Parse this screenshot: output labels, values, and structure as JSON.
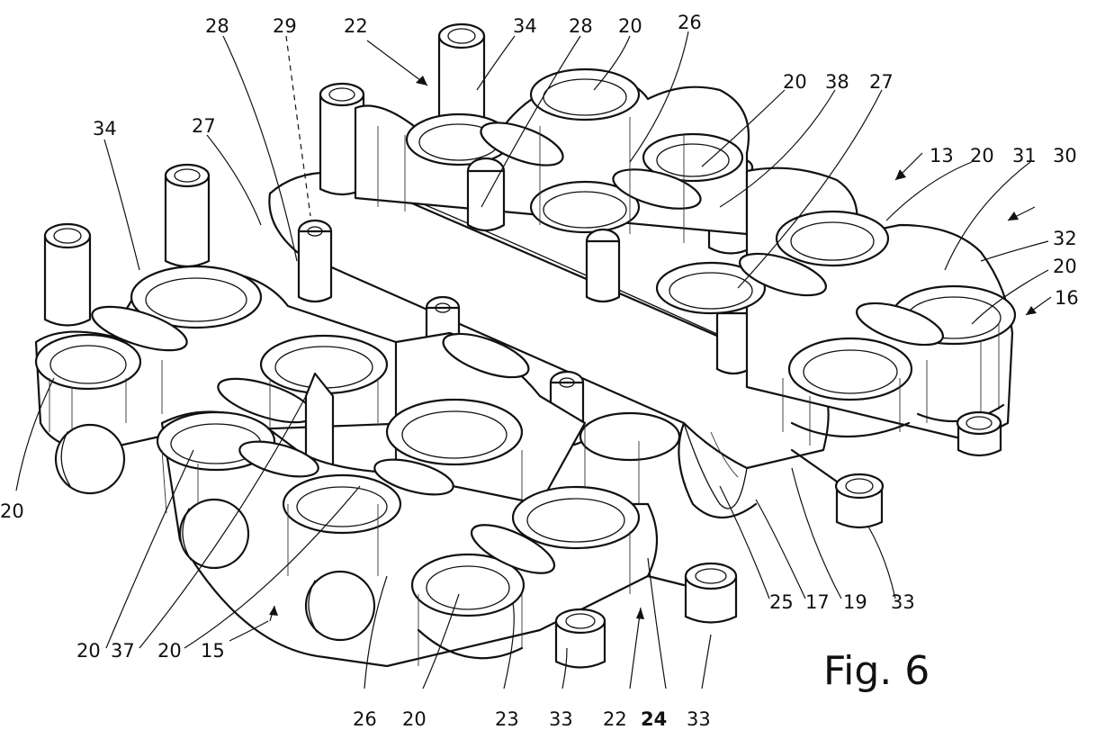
{
  "figure": {
    "caption": "Fig. 6",
    "reference_numerals": [
      {
        "id": "n28a",
        "text": "28"
      },
      {
        "id": "n29",
        "text": "29"
      },
      {
        "id": "n22a",
        "text": "22"
      },
      {
        "id": "n34a",
        "text": "34"
      },
      {
        "id": "n28b",
        "text": "28"
      },
      {
        "id": "n20a",
        "text": "20"
      },
      {
        "id": "n26a",
        "text": "26"
      },
      {
        "id": "n20b",
        "text": "20"
      },
      {
        "id": "n38",
        "text": "38"
      },
      {
        "id": "n27a",
        "text": "27"
      },
      {
        "id": "n34b",
        "text": "34"
      },
      {
        "id": "n27b",
        "text": "27"
      },
      {
        "id": "n13",
        "text": "13"
      },
      {
        "id": "n20c",
        "text": "20"
      },
      {
        "id": "n31",
        "text": "31"
      },
      {
        "id": "n30",
        "text": "30"
      },
      {
        "id": "n32",
        "text": "32"
      },
      {
        "id": "n20d",
        "text": "20"
      },
      {
        "id": "n16",
        "text": "16"
      },
      {
        "id": "n20e",
        "text": "20"
      },
      {
        "id": "n20f",
        "text": "20"
      },
      {
        "id": "n37",
        "text": "37"
      },
      {
        "id": "n20g",
        "text": "20"
      },
      {
        "id": "n15",
        "text": "15"
      },
      {
        "id": "n25",
        "text": "25"
      },
      {
        "id": "n17",
        "text": "17"
      },
      {
        "id": "n19",
        "text": "19"
      },
      {
        "id": "n33a",
        "text": "33"
      },
      {
        "id": "n26b",
        "text": "26"
      },
      {
        "id": "n20h",
        "text": "20"
      },
      {
        "id": "n23",
        "text": "23"
      },
      {
        "id": "n33b",
        "text": "33"
      },
      {
        "id": "n22b",
        "text": "22"
      },
      {
        "id": "n24",
        "text": "24"
      },
      {
        "id": "n33c",
        "text": "33"
      }
    ]
  }
}
